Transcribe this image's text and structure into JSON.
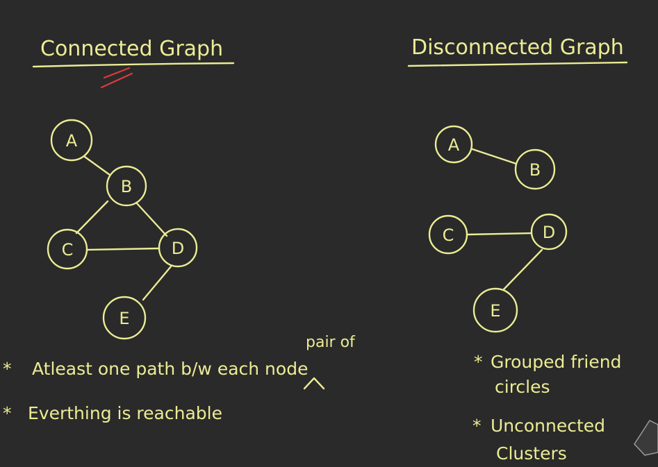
{
  "connected": {
    "title": "Connected Graph",
    "nodes": [
      "A",
      "B",
      "C",
      "D",
      "E"
    ],
    "notes": {
      "bullet": "*",
      "line1": "Atleast one path b/w each node",
      "insert": "pair of",
      "line2": "Everthing is reachable"
    }
  },
  "disconnected": {
    "title": "Disconnected Graph",
    "nodes": [
      "A",
      "B",
      "C",
      "D",
      "E"
    ],
    "notes": {
      "bullet": "*",
      "line1a": "Grouped friend",
      "line1b": "circles",
      "line2a": "Unconnected",
      "line2b": "Clusters"
    }
  },
  "colors": {
    "background": "#2a2a2a",
    "ink": "#ecec96",
    "accent": "#e03a3a"
  }
}
